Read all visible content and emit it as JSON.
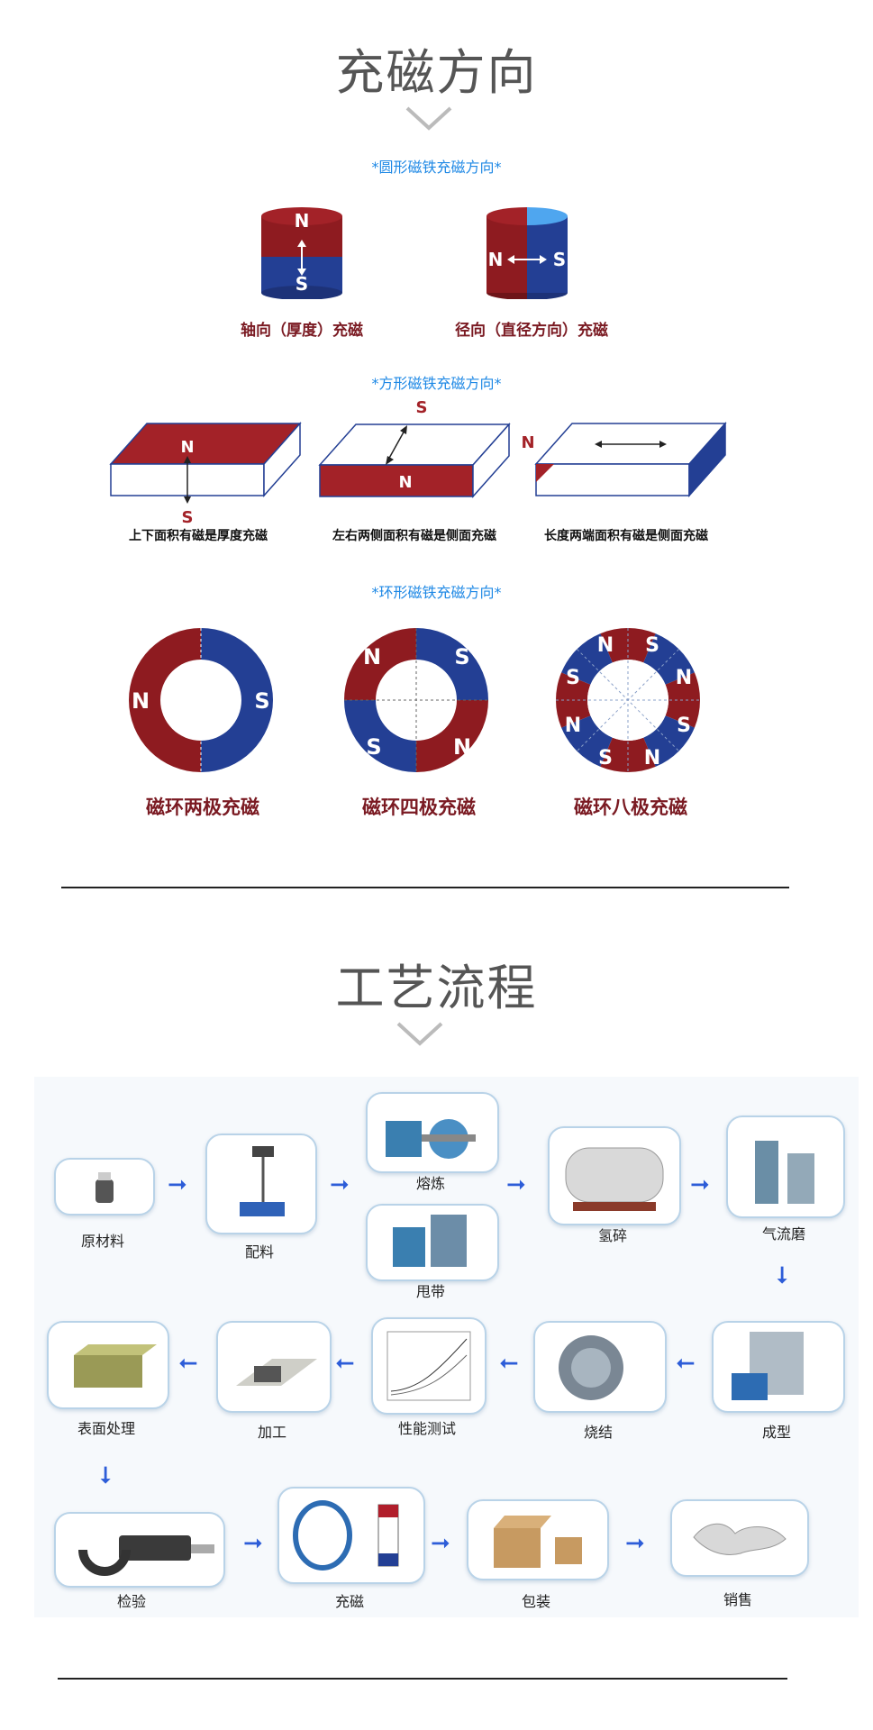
{
  "section1": {
    "title": "充磁方向",
    "round_heading": "*圆形磁铁充磁方向*",
    "round_items": [
      {
        "caption": "轴向（厚度）充磁",
        "pole_top": "N",
        "pole_bottom": "S"
      },
      {
        "caption": "径向（直径方向）充磁",
        "pole_left": "N",
        "pole_right": "S"
      }
    ],
    "square_heading": "*方形磁铁充磁方向*",
    "square_items": [
      {
        "caption": "上下面积有磁是厚度充磁",
        "pole_a": "N",
        "pole_b": "S"
      },
      {
        "caption": "左右两侧面积有磁是侧面充磁",
        "pole_a": "S",
        "pole_b": "N"
      },
      {
        "caption": "长度两端面积有磁是侧面充磁",
        "pole_a": "N"
      }
    ],
    "ring_heading": "*环形磁铁充磁方向*",
    "ring_items": [
      {
        "caption": "磁环两极充磁",
        "poles": [
          "N",
          "S"
        ]
      },
      {
        "caption": "磁环四极充磁",
        "poles": [
          "N",
          "S",
          "S",
          "N"
        ]
      },
      {
        "caption": "磁环八极充磁",
        "poles": [
          "N",
          "S",
          "N",
          "S",
          "N",
          "S",
          "N",
          "S"
        ]
      }
    ]
  },
  "section2": {
    "title": "工艺流程",
    "steps": {
      "raw": "原材料",
      "batch": "配料",
      "smelt": "熔炼",
      "strip": "甩带",
      "hydrogen": "氢碎",
      "jetmill": "气流磨",
      "forming": "成型",
      "sinter": "烧结",
      "test": "性能测试",
      "machining": "加工",
      "surface": "表面处理",
      "inspect": "检验",
      "magnetize": "充磁",
      "pack": "包装",
      "sales": "销售"
    }
  },
  "colors": {
    "red": "#8e1b20",
    "blue": "#233f94",
    "accent": "#1e88e5",
    "arrow": "#2d5dd8"
  }
}
